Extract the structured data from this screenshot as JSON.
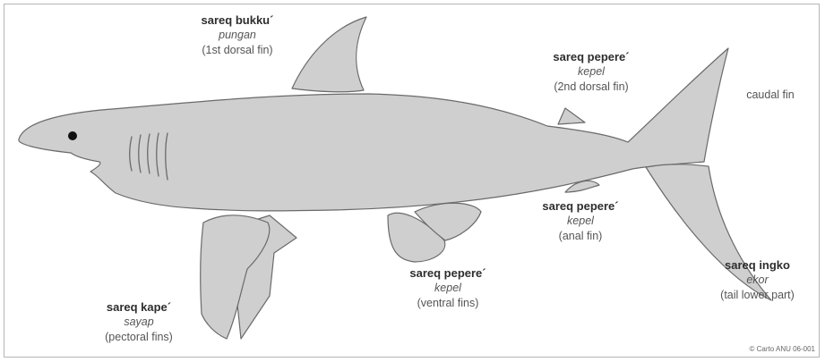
{
  "labels": {
    "dorsal1": {
      "term": "sareq bukku´",
      "local": "pungan",
      "english": "(1st dorsal fin)"
    },
    "dorsal2": {
      "term": "sareq pepere´",
      "local": "kepel",
      "english": "(2nd dorsal fin)"
    },
    "caudal": {
      "english": "caudal fin"
    },
    "anal": {
      "term": "sareq pepere´",
      "local": "kepel",
      "english": "(anal fin)"
    },
    "ventral": {
      "term": "sareq pepere´",
      "local": "kepel",
      "english": "(ventral fins)"
    },
    "pectoral": {
      "term": "sareq kape´",
      "local": "sayap",
      "english": "(pectoral fins)"
    },
    "tail_lower": {
      "term": "sareq ingko",
      "local": "ekor",
      "english": "(tail lower part)"
    }
  },
  "credit": "© Carto ANU 06-001",
  "colors": {
    "fin_fill": "#cfcfcf",
    "outline": "#6a6a6a",
    "eye": "#111111"
  }
}
